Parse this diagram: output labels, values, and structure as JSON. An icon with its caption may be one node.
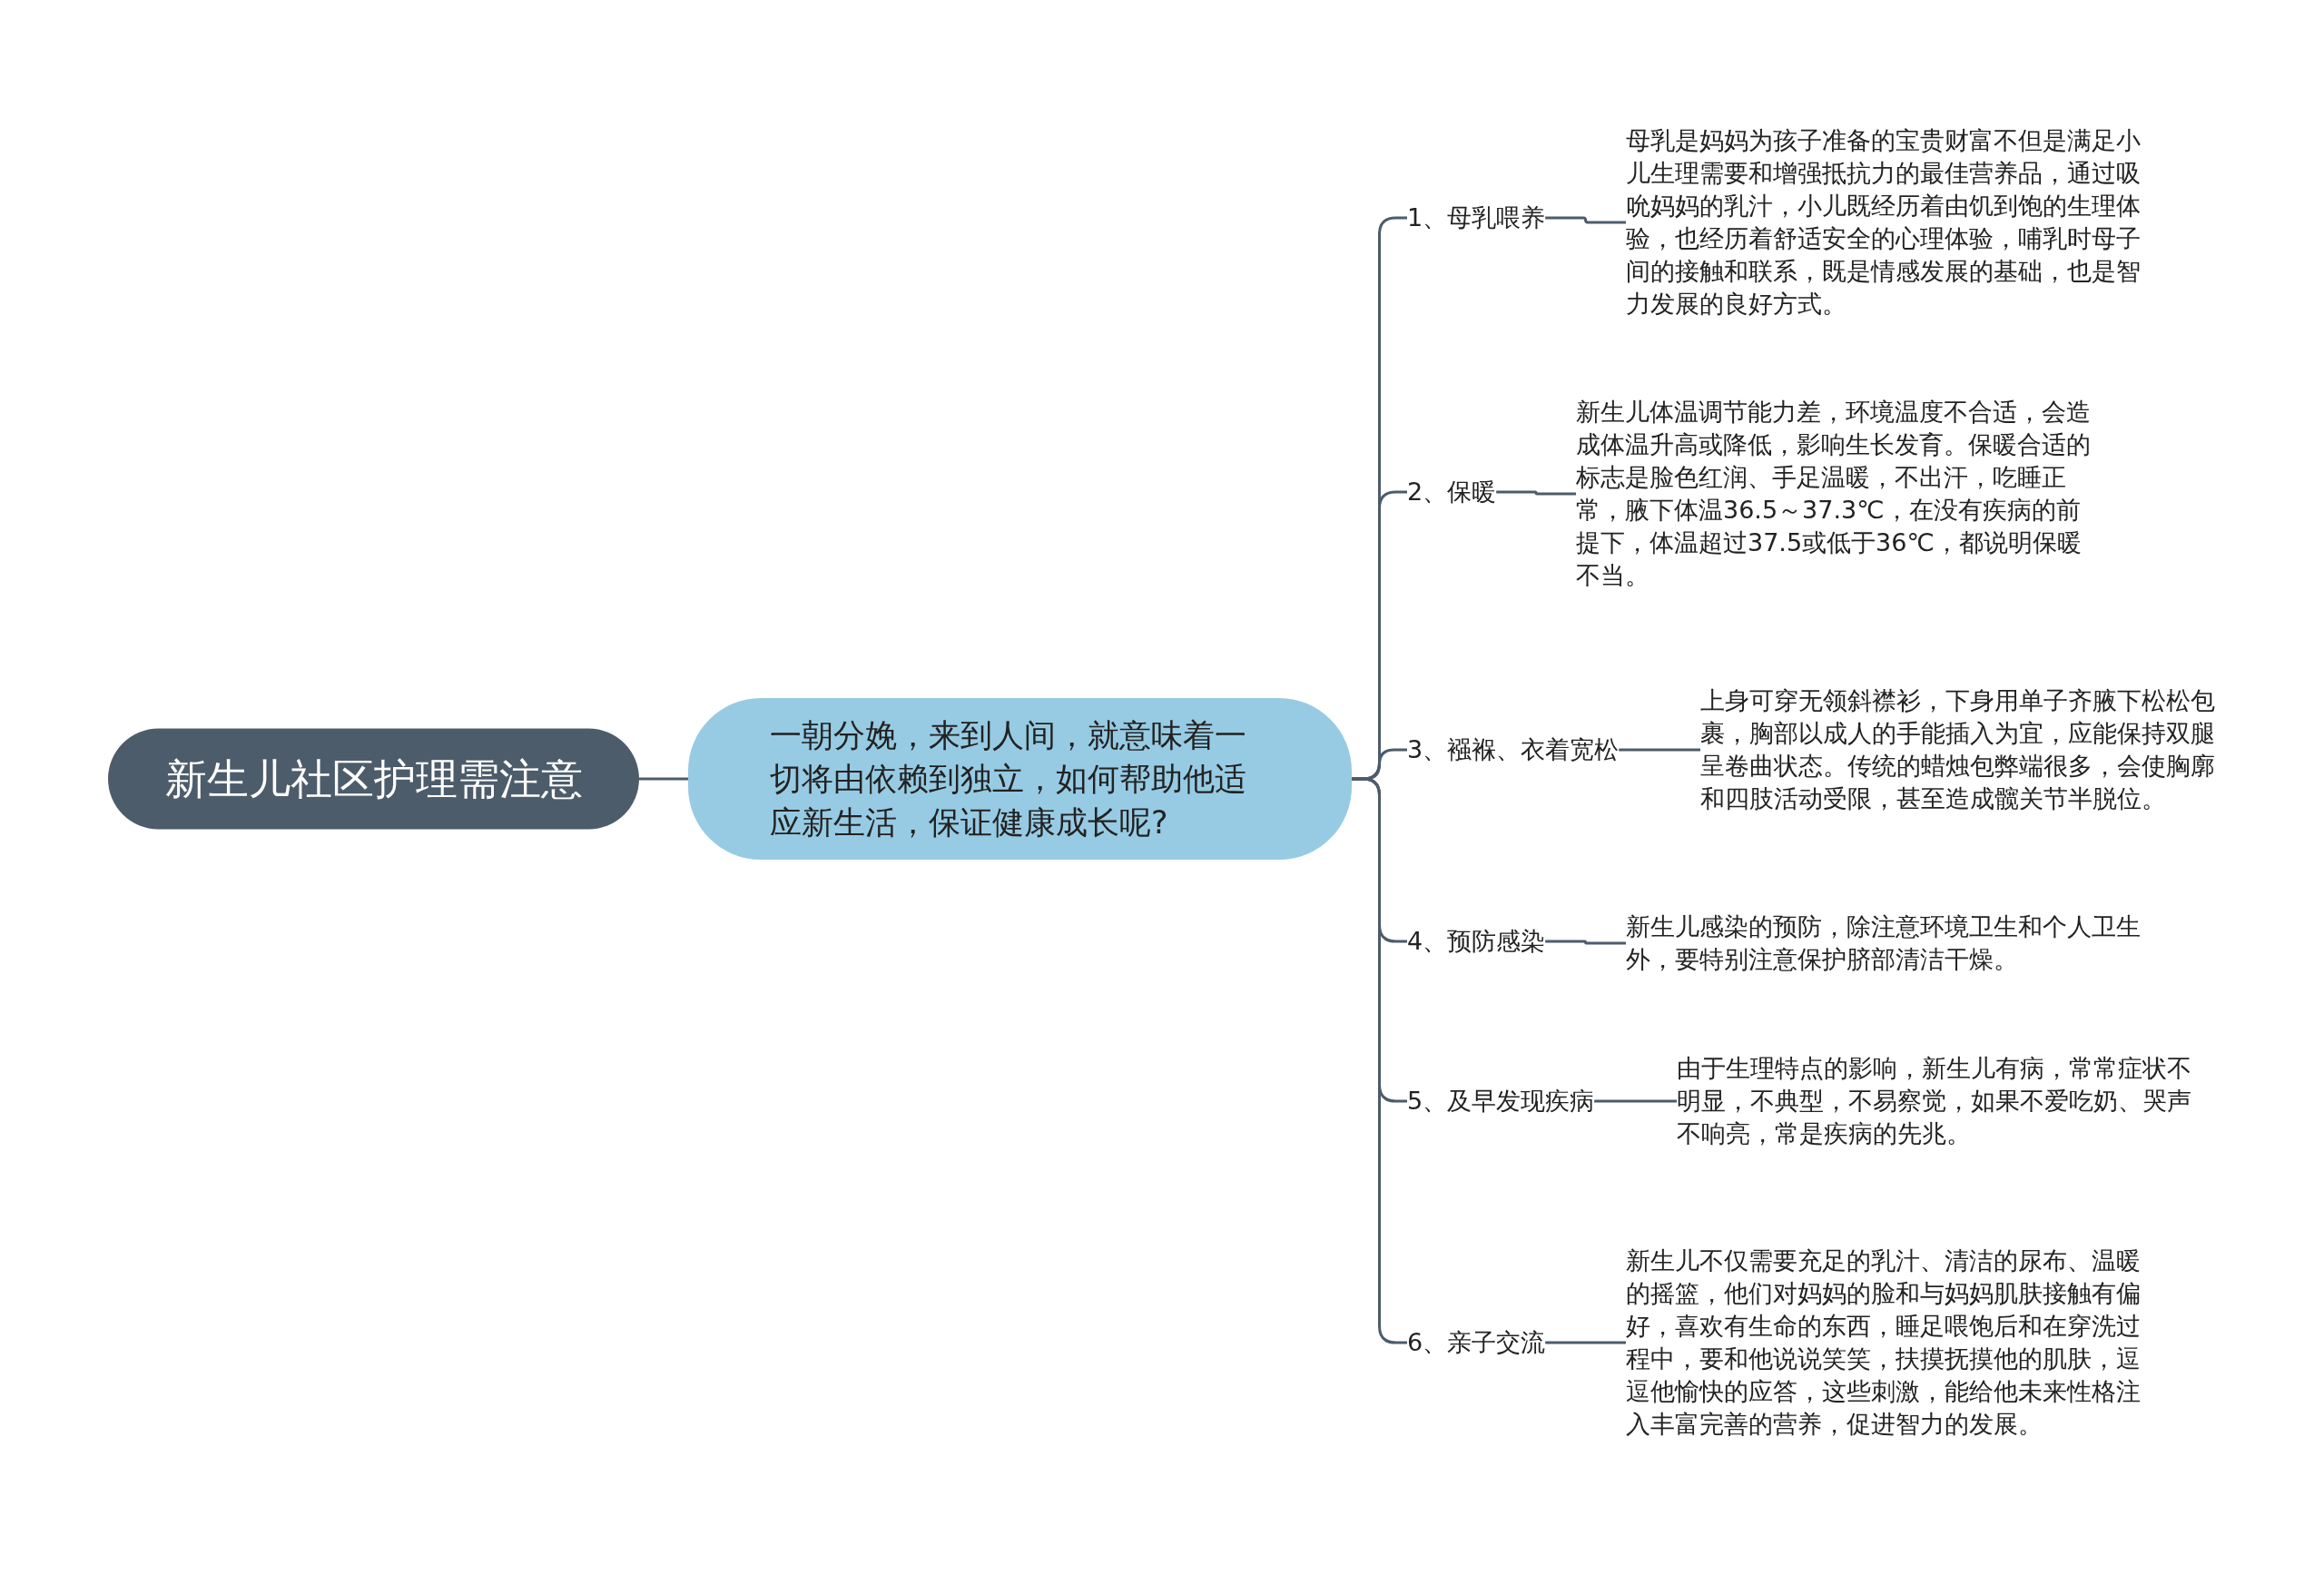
{
  "diagram": {
    "nodes": [
      {
        "text": [
          "新生儿社区护理需注意"
        ]
      },
      {
        "text": [
          "一朝分娩，来到人间，就意味着一切将由依赖到独立，如何帮助他适应新生活，保证健康成长呢?"
        ]
      },
      {
        "text": [
          "1、母乳喂养"
        ]
      },
      {
        "text": [
          "2、保暖"
        ]
      },
      {
        "text": [
          "3、襁褓、衣着宽松"
        ]
      },
      {
        "text": [
          "4、预防感染"
        ]
      },
      {
        "text": [
          "5、及早发现疾病"
        ]
      },
      {
        "text": [
          "6、亲子交流"
        ]
      },
      {
        "text": [
          "母乳是妈妈为孩子准备的宝贵财富不但是满足小儿生理需要和增强抵抗力的最佳营养品，通过吸吮妈妈的乳汁，小儿既经历着由饥到饱的生理体验，也经历着舒适安全的心理体验，哺乳时母子间的接触和联系，既是情感发展的基础，也是智力发展的良好方式。"
        ]
      },
      {
        "text": [
          "新生儿体温调节能力差，环境温度不合适，会造成体温升高或降低，影响生长发育。保暖合适的标志是脸色红润、手足温暖，不出汗，吃睡正常，腋下体温36.5～37.3℃，在没有疾病的前提下，体温超过37.5或低于36℃，都说明保暖不当。"
        ]
      },
      {
        "text": [
          "上身可穿无领斜襟衫，下身用单子齐腋下松松包裹，胸部以成人的手能插入为宜，应能保持双腿呈卷曲状态。传统的蜡烛包弊端很多，会使胸廓和四肢活动受限，甚至造成髋关节半脱位。"
        ]
      },
      {
        "text": [
          "新生儿感染的预防，除注意环境卫生和个人卫生外，要特别注意保护脐部清洁干燥。"
        ]
      },
      {
        "text": [
          "由于生理特点的影响，新生儿有病，常常症状不明显，不典型，不易察觉，如果不爱吃奶、哭声不响亮，常是疾病的先兆。"
        ]
      },
      {
        "text": [
          "新生儿不仅需要充足的乳汁、清洁的尿布、温暖的摇篮，他们对妈妈的脸和与妈妈肌肤接触有偏好，喜欢有生命的东西，睡足喂饱后和在穿洗过程中，要和他说说笑笑，扶摸抚摸他的肌肤，逗逗他愉快的应答，这些刺激，能给他未来性格注入丰富完善的营养，促进智力的发展。"
        ]
      }
    ],
    "edges": [
      {
        "from": 0,
        "to": 1,
        "arrow": "none"
      },
      {
        "from": 1,
        "to": 2,
        "arrow": "none"
      },
      {
        "from": 1,
        "to": 3,
        "arrow": "none"
      },
      {
        "from": 1,
        "to": 4,
        "arrow": "none"
      },
      {
        "from": 1,
        "to": 5,
        "arrow": "none"
      },
      {
        "from": 1,
        "to": 6,
        "arrow": "none"
      },
      {
        "from": 1,
        "to": 7,
        "arrow": "none"
      },
      {
        "from": 2,
        "to": 8,
        "arrow": "none"
      },
      {
        "from": 3,
        "to": 9,
        "arrow": "none"
      },
      {
        "from": 4,
        "to": 10,
        "arrow": "none"
      },
      {
        "from": 5,
        "to": 11,
        "arrow": "none"
      },
      {
        "from": 6,
        "to": 12,
        "arrow": "none"
      },
      {
        "from": 7,
        "to": 13,
        "arrow": "none"
      }
    ]
  }
}
